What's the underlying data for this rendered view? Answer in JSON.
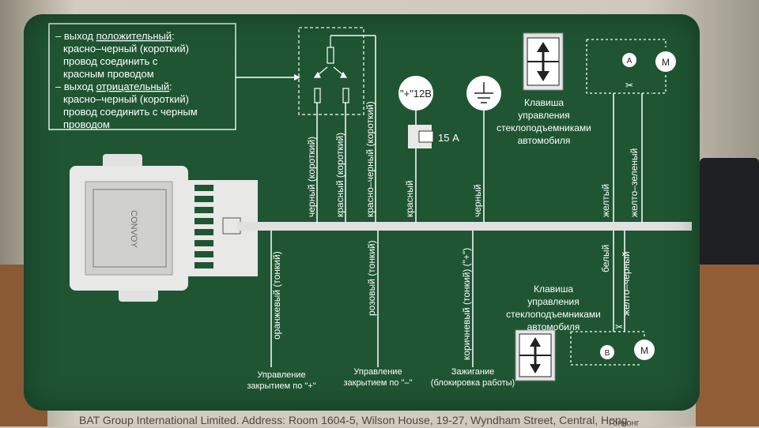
{
  "note": {
    "line1_prefix": "– выход ",
    "line1_emph": "положительный",
    "line1_suffix": ":",
    "line2": "красно–черный (короткий)",
    "line3": "провод соединить с",
    "line4": "красным проводом",
    "line5_prefix": "– выход ",
    "line5_emph": "отрицательный",
    "line5_suffix": ":",
    "line6": "красно–черный (короткий)",
    "line7": "провод соединить с черным",
    "line8": "проводом"
  },
  "module": {
    "logo_text": "CONVOY"
  },
  "wires_top": [
    {
      "label": "черный (короткий)"
    },
    {
      "label": "красный (короткий)"
    },
    {
      "label": "красно–черный (короткий)"
    },
    {
      "label": "красный"
    },
    {
      "label": "черный"
    },
    {
      "label": "желтый"
    },
    {
      "label": "желто–зеленый"
    }
  ],
  "wires_bottom": [
    {
      "label": "оранжевый (тонкий)"
    },
    {
      "label": "розовый (тонкий)"
    },
    {
      "label": "коричневый (тонкий) (\"+\")"
    },
    {
      "label": "белый"
    },
    {
      "label": "желто–черный"
    }
  ],
  "power": {
    "label": "\"+\"12В"
  },
  "fuse": {
    "label": "15 А"
  },
  "switch_top": {
    "line1": "Клавиша",
    "line2": "управления",
    "line3": "стеклоподъемниками",
    "line4": "автомобиля"
  },
  "switch_bottom": {
    "line1": "Клавиша",
    "line2": "управления",
    "line3": "стеклоподъемниками",
    "line4": "автомобиля"
  },
  "motor_top": {
    "point": "A",
    "motor": "M"
  },
  "motor_bottom": {
    "point": "B",
    "motor": "M"
  },
  "captions": [
    {
      "line1": "Управление",
      "line2": "закрытием по \"+\""
    },
    {
      "line1": "Управление",
      "line2": "закрытием по \"–\""
    },
    {
      "line1": "Зажигание",
      "line2": "(блокировка работы)"
    }
  ],
  "footer": "BAT Group International Limited. Address: Room 1604-5, Wilson House, 19-27, Wyndham Street, Central, Hong",
  "footer2": "Гонконг"
}
